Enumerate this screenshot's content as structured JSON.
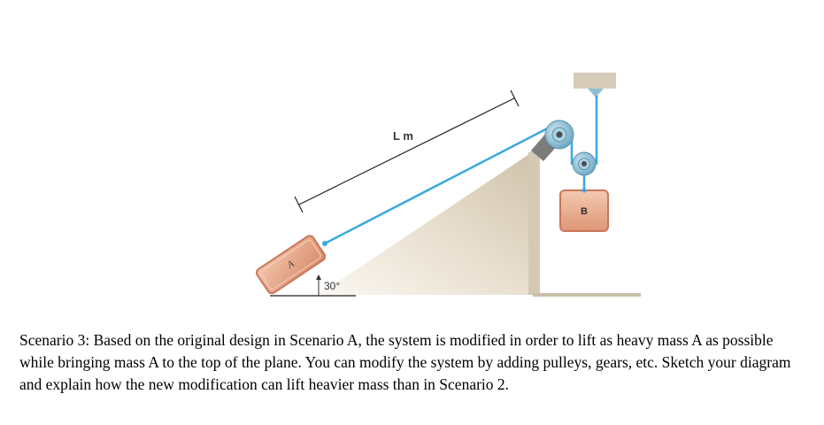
{
  "figure": {
    "length_label": "L m",
    "angle_label": "30°",
    "block_a_label": "A",
    "block_b_label": "B",
    "colors": {
      "rope": "#3aa8e0",
      "incline_top": "#d9cdb8",
      "incline_bottom": "#f7f3ea",
      "block_fill": "#e2a283",
      "block_edge": "#c9765a",
      "pulley": "#8fc0d6"
    }
  },
  "problem": {
    "text": "Scenario 3: Based on the original design in Scenario A, the system is modified in order to lift as heavy mass A as possible while bringing mass A to the top of the plane. You can modify the system by adding pulleys, gears, etc. Sketch your diagram and explain how the new modification can lift heavier mass than in Scenario 2."
  }
}
